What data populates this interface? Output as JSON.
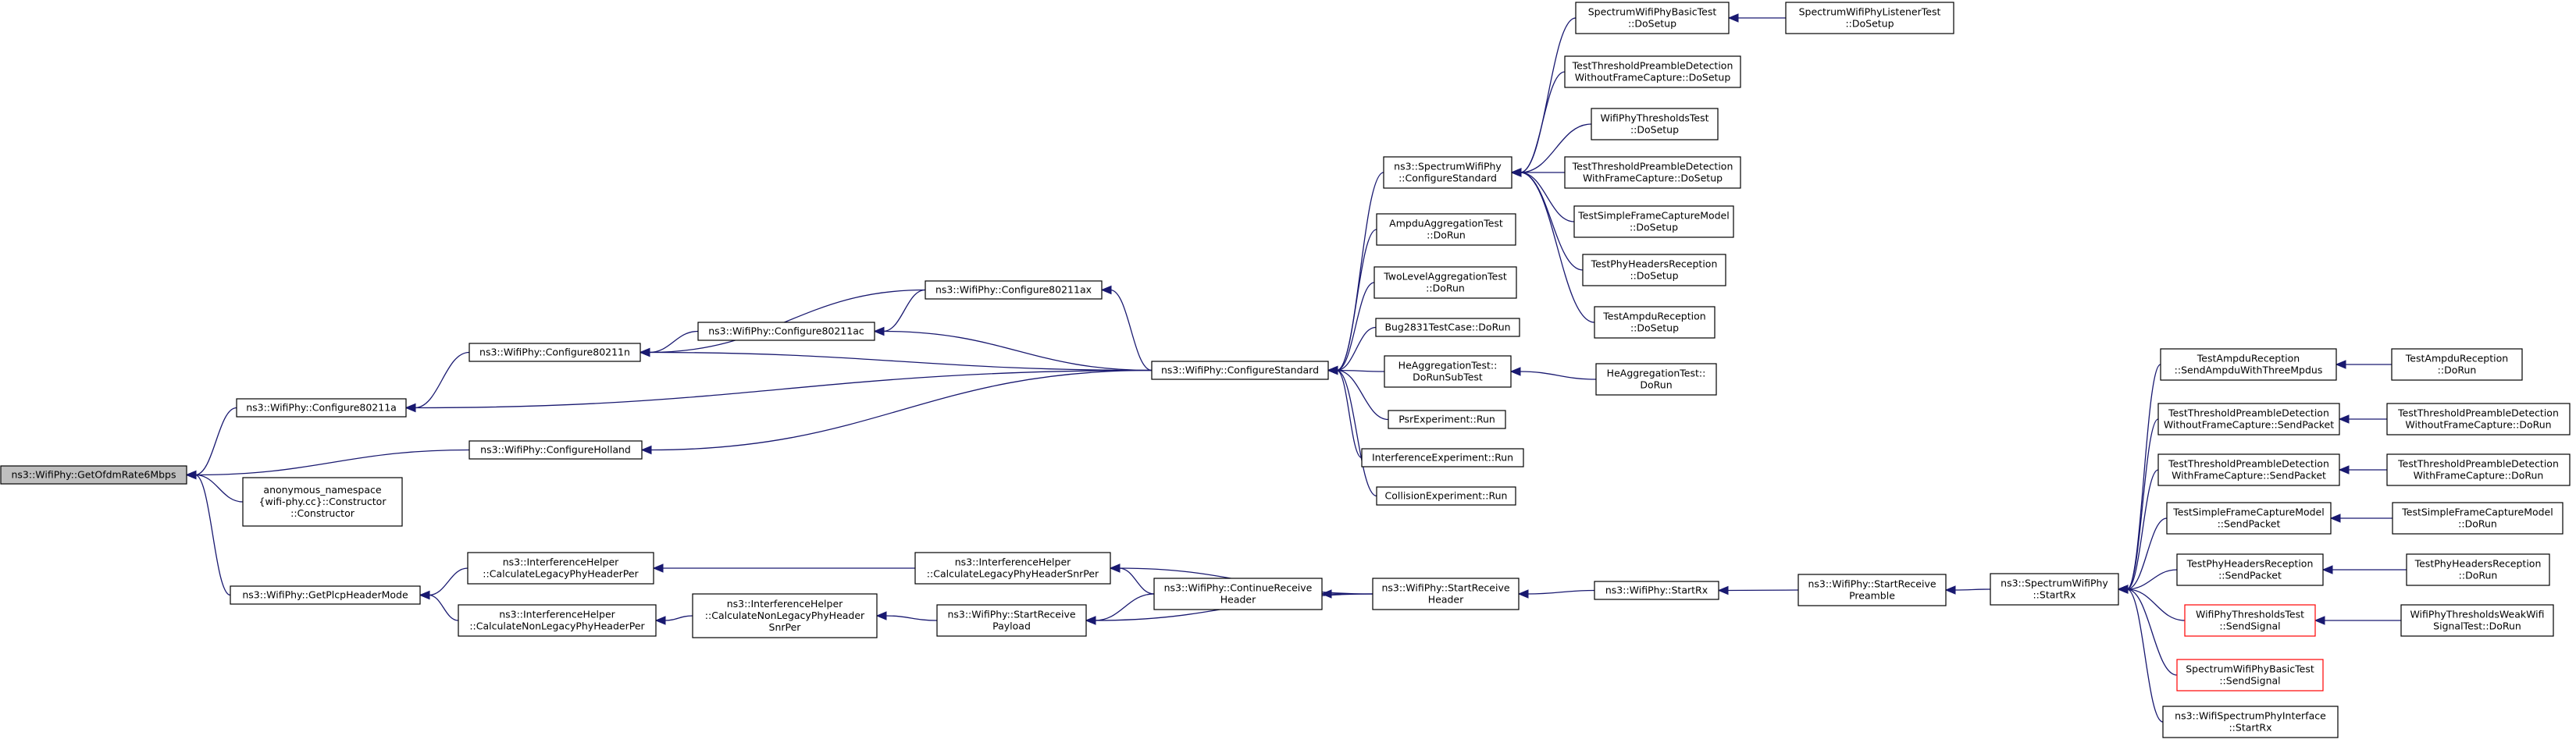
{
  "nodes": [
    {
      "id": "root",
      "lines": [
        "ns3::WifiPhy::GetOfdmRate6Mbps"
      ],
      "style": "root"
    },
    {
      "id": "cfg11a",
      "lines": [
        "ns3::WifiPhy::Configure80211a"
      ]
    },
    {
      "id": "anon",
      "lines": [
        "anonymous_namespace",
        "{wifi-phy.cc}::Constructor",
        "::Constructor"
      ]
    },
    {
      "id": "plcp",
      "lines": [
        "ns3::WifiPhy::GetPlcpHeaderMode"
      ]
    },
    {
      "id": "cfg11n",
      "lines": [
        "ns3::WifiPhy::Configure80211n"
      ]
    },
    {
      "id": "holland",
      "lines": [
        "ns3::WifiPhy::ConfigureHolland"
      ]
    },
    {
      "id": "legper",
      "lines": [
        "ns3::InterferenceHelper",
        "::CalculateLegacyPhyHeaderPer"
      ]
    },
    {
      "id": "nonlegper",
      "lines": [
        "ns3::InterferenceHelper",
        "::CalculateNonLegacyPhyHeaderPer"
      ]
    },
    {
      "id": "cfg11ac",
      "lines": [
        "ns3::WifiPhy::Configure80211ac"
      ]
    },
    {
      "id": "nonlegsnr",
      "lines": [
        "ns3::InterferenceHelper",
        "::CalculateNonLegacyPhyHeader",
        "SnrPer"
      ]
    },
    {
      "id": "cfg11ax",
      "lines": [
        "ns3::WifiPhy::Configure80211ax"
      ]
    },
    {
      "id": "legsnr",
      "lines": [
        "ns3::InterferenceHelper",
        "::CalculateLegacyPhyHeaderSnrPer"
      ]
    },
    {
      "id": "startpayload",
      "lines": [
        "ns3::WifiPhy::StartReceive",
        "Payload"
      ]
    },
    {
      "id": "cfgstd",
      "lines": [
        "ns3::WifiPhy::ConfigureStandard"
      ]
    },
    {
      "id": "contrecv",
      "lines": [
        "ns3::WifiPhy::ContinueReceive",
        "Header"
      ]
    },
    {
      "id": "spectrumcfg",
      "lines": [
        "ns3::SpectrumWifiPhy",
        "::ConfigureStandard"
      ]
    },
    {
      "id": "ampduagg",
      "lines": [
        "AmpduAggregationTest",
        "::DoRun"
      ]
    },
    {
      "id": "twolevel",
      "lines": [
        "TwoLevelAggregationTest",
        "::DoRun"
      ]
    },
    {
      "id": "bug2831",
      "lines": [
        "Bug2831TestCase::DoRun"
      ]
    },
    {
      "id": "heaggsub",
      "lines": [
        "HeAggregationTest::",
        "DoRunSubTest"
      ]
    },
    {
      "id": "psr",
      "lines": [
        "PsrExperiment::Run"
      ]
    },
    {
      "id": "interfexp",
      "lines": [
        "InterferenceExperiment::Run"
      ]
    },
    {
      "id": "collexp",
      "lines": [
        "CollisionExperiment::Run"
      ]
    },
    {
      "id": "startrecvhdr",
      "lines": [
        "ns3::WifiPhy::StartReceive",
        "Header"
      ]
    },
    {
      "id": "specbasic",
      "lines": [
        "SpectrumWifiPhyBasicTest",
        "::DoSetup"
      ]
    },
    {
      "id": "ttpd_wo_setup",
      "lines": [
        "TestThresholdPreambleDetection",
        "WithoutFrameCapture::DoSetup"
      ]
    },
    {
      "id": "wpthr_setup",
      "lines": [
        "WifiPhyThresholdsTest",
        "::DoSetup"
      ]
    },
    {
      "id": "ttpd_w_setup",
      "lines": [
        "TestThresholdPreambleDetection",
        "WithFrameCapture::DoSetup"
      ]
    },
    {
      "id": "tsfcm_setup",
      "lines": [
        "TestSimpleFrameCaptureModel",
        "::DoSetup"
      ]
    },
    {
      "id": "tphr_setup",
      "lines": [
        "TestPhyHeadersReception",
        "::DoSetup"
      ]
    },
    {
      "id": "tampdu_setup",
      "lines": [
        "TestAmpduReception",
        "::DoSetup"
      ]
    },
    {
      "id": "heagg",
      "lines": [
        "HeAggregationTest::",
        "DoRun"
      ]
    },
    {
      "id": "startrx",
      "lines": [
        "ns3::WifiPhy::StartRx"
      ]
    },
    {
      "id": "speclistener",
      "lines": [
        "SpectrumWifiPhyListenerTest",
        "::DoSetup"
      ]
    },
    {
      "id": "startrecvpre",
      "lines": [
        "ns3::WifiPhy::StartReceive",
        "Preamble"
      ]
    },
    {
      "id": "specstartrx",
      "lines": [
        "ns3::SpectrumWifiPhy",
        "::StartRx"
      ]
    },
    {
      "id": "tampdu_send",
      "lines": [
        "TestAmpduReception",
        "::SendAmpduWithThreeMpdus"
      ]
    },
    {
      "id": "ttpd_wo_send",
      "lines": [
        "TestThresholdPreambleDetection",
        "WithoutFrameCapture::SendPacket"
      ]
    },
    {
      "id": "ttpd_w_send",
      "lines": [
        "TestThresholdPreambleDetection",
        "WithFrameCapture::SendPacket"
      ]
    },
    {
      "id": "tsfcm_send",
      "lines": [
        "TestSimpleFrameCaptureModel",
        "::SendPacket"
      ]
    },
    {
      "id": "tphr_send",
      "lines": [
        "TestPhyHeadersReception",
        "::SendPacket"
      ]
    },
    {
      "id": "wpthr_send",
      "lines": [
        "WifiPhyThresholdsTest",
        "::SendSignal"
      ],
      "style": "red"
    },
    {
      "id": "specbasic_send",
      "lines": [
        "SpectrumWifiPhyBasicTest",
        "::SendSignal"
      ],
      "style": "red"
    },
    {
      "id": "wifispecif",
      "lines": [
        "ns3::WifiSpectrumPhyInterface",
        "::StartRx"
      ]
    },
    {
      "id": "tampdu_run",
      "lines": [
        "TestAmpduReception",
        "::DoRun"
      ]
    },
    {
      "id": "ttpd_wo_run",
      "lines": [
        "TestThresholdPreambleDetection",
        "WithoutFrameCapture::DoRun"
      ]
    },
    {
      "id": "ttpd_w_run",
      "lines": [
        "TestThresholdPreambleDetection",
        "WithFrameCapture::DoRun"
      ]
    },
    {
      "id": "tsfcm_run",
      "lines": [
        "TestSimpleFrameCaptureModel",
        "::DoRun"
      ]
    },
    {
      "id": "tphr_run",
      "lines": [
        "TestPhyHeadersReception",
        "::DoRun"
      ]
    },
    {
      "id": "wpthr_weak",
      "lines": [
        "WifiPhyThresholdsWeakWifi",
        "SignalTest::DoRun"
      ]
    }
  ],
  "edges": [
    [
      "cfg11a",
      "root"
    ],
    [
      "anon",
      "root"
    ],
    [
      "plcp",
      "root"
    ],
    [
      "holland",
      "root"
    ],
    [
      "cfg11n",
      "cfg11a"
    ],
    [
      "cfgstd",
      "cfg11a"
    ],
    [
      "cfg11ac",
      "cfg11n"
    ],
    [
      "cfg11ax",
      "cfg11n"
    ],
    [
      "cfgstd",
      "cfg11n"
    ],
    [
      "cfg11ax",
      "cfg11ac"
    ],
    [
      "cfgstd",
      "cfg11ac"
    ],
    [
      "cfgstd",
      "cfg11ax"
    ],
    [
      "cfgstd",
      "holland"
    ],
    [
      "spectrumcfg",
      "cfgstd"
    ],
    [
      "ampduagg",
      "cfgstd"
    ],
    [
      "twolevel",
      "cfgstd"
    ],
    [
      "bug2831",
      "cfgstd"
    ],
    [
      "heaggsub",
      "cfgstd"
    ],
    [
      "psr",
      "cfgstd"
    ],
    [
      "interfexp",
      "cfgstd"
    ],
    [
      "collexp",
      "cfgstd"
    ],
    [
      "specbasic",
      "spectrumcfg"
    ],
    [
      "ttpd_wo_setup",
      "spectrumcfg"
    ],
    [
      "wpthr_setup",
      "spectrumcfg"
    ],
    [
      "ttpd_w_setup",
      "spectrumcfg"
    ],
    [
      "tsfcm_setup",
      "spectrumcfg"
    ],
    [
      "tphr_setup",
      "spectrumcfg"
    ],
    [
      "tampdu_setup",
      "spectrumcfg"
    ],
    [
      "speclistener",
      "specbasic"
    ],
    [
      "heagg",
      "heaggsub"
    ],
    [
      "legper",
      "plcp"
    ],
    [
      "nonlegper",
      "plcp"
    ],
    [
      "legsnr",
      "legper"
    ],
    [
      "nonlegsnr",
      "nonlegper"
    ],
    [
      "startrecvhdr",
      "legsnr"
    ],
    [
      "contrecv",
      "legsnr"
    ],
    [
      "startpayload",
      "nonlegsnr"
    ],
    [
      "contrecv",
      "startpayload"
    ],
    [
      "startrecvhdr",
      "startpayload"
    ],
    [
      "startrecvhdr",
      "contrecv"
    ],
    [
      "startrx",
      "startrecvhdr"
    ],
    [
      "startrecvpre",
      "startrx"
    ],
    [
      "specstartrx",
      "startrecvpre"
    ],
    [
      "tampdu_send",
      "specstartrx"
    ],
    [
      "ttpd_wo_send",
      "specstartrx"
    ],
    [
      "ttpd_w_send",
      "specstartrx"
    ],
    [
      "tsfcm_send",
      "specstartrx"
    ],
    [
      "tphr_send",
      "specstartrx"
    ],
    [
      "wpthr_send",
      "specstartrx"
    ],
    [
      "specbasic_send",
      "specstartrx"
    ],
    [
      "wifispecif",
      "specstartrx"
    ],
    [
      "tampdu_run",
      "tampdu_send"
    ],
    [
      "ttpd_wo_run",
      "ttpd_wo_send"
    ],
    [
      "ttpd_w_run",
      "ttpd_w_send"
    ],
    [
      "tsfcm_run",
      "tsfcm_send"
    ],
    [
      "tphr_run",
      "tphr_send"
    ],
    [
      "wpthr_weak",
      "wpthr_send"
    ]
  ],
  "colors": {
    "edge": "#191970",
    "node_border": "#000000",
    "node_fill": "#ffffff",
    "root_fill": "#bfbfbf",
    "red_border": "#ff0000"
  }
}
